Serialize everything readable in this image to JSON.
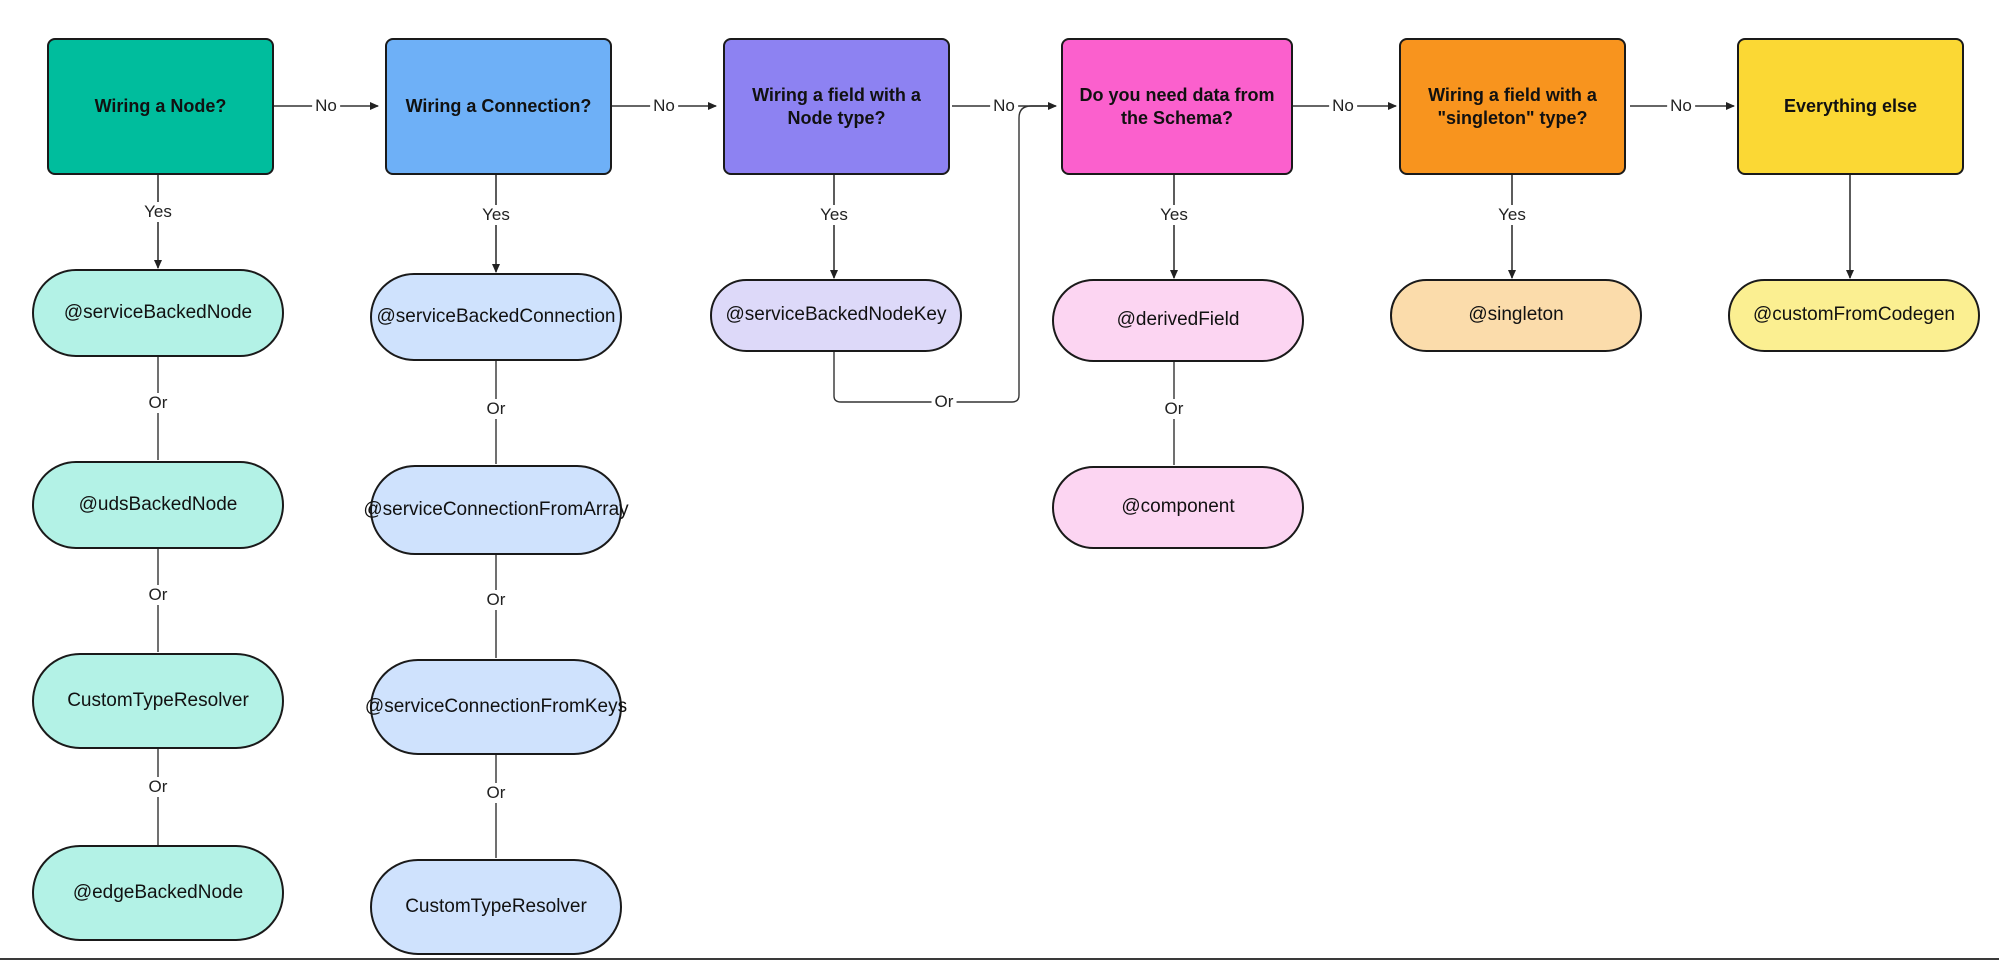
{
  "diagram": {
    "title": "Wiring decision flowchart",
    "type": "flowchart",
    "orientation": "left-to-right decision chain with vertical option stacks"
  },
  "colors": {
    "teal": "#00bd9d",
    "teal_light": "#b3f2e6",
    "blue": "#6eb0f7",
    "blue_light": "#cfe2fd",
    "purple": "#8d82f2",
    "purple_light": "#ddd9f9",
    "pink": "#fb60cd",
    "pink_light": "#fcd5f2",
    "orange": "#f8941e",
    "orange_light": "#fbdcab",
    "yellow": "#fbd834",
    "yellow_light": "#fbef91",
    "stroke": "#1a1a1a",
    "edge": "#333333",
    "text": "#111111"
  },
  "labels": {
    "yes": "Yes",
    "no": "No",
    "or": "Or"
  },
  "columns": [
    {
      "id": "col-node",
      "decision": "Wiring a Node?",
      "options": [
        "@serviceBackedNode",
        "@udsBackedNode",
        "CustomTypeResolver",
        "@edgeBackedNode"
      ]
    },
    {
      "id": "col-connection",
      "decision": "Wiring a Connection?",
      "options": [
        "@serviceBackedConnection",
        "@serviceConnectionFromArray",
        "@serviceConnectionFromKeys",
        "CustomTypeResolver"
      ]
    },
    {
      "id": "col-node-type",
      "decision": "Wiring a field with a Node type?",
      "options": [
        "@serviceBackedNodeKey"
      ]
    },
    {
      "id": "col-schema",
      "decision": "Do you need data from the Schema?",
      "options": [
        "@derivedField",
        "@component"
      ]
    },
    {
      "id": "col-singleton",
      "decision": "Wiring a field with a \"singleton\" type?",
      "options": [
        "@singleton"
      ]
    },
    {
      "id": "col-everything-else",
      "decision": "Everything else",
      "options": [
        "@customFromCodegen"
      ]
    }
  ],
  "nodes": {
    "d1": {
      "text": "Wiring a Node?",
      "line1": "Wiring a Node?",
      "line2": ""
    },
    "d2": {
      "text": "Wiring a Connection?",
      "line1": "Wiring a Connection?",
      "line2": ""
    },
    "d3": {
      "text": "Wiring a field with a Node type?",
      "line1": "Wiring a field with a",
      "line2": "Node type?"
    },
    "d4": {
      "text": "Do you need data from the Schema?",
      "line1": "Do you need data from",
      "line2": "the Schema?"
    },
    "d5": {
      "text": "Wiring a field with a \"singleton\" type?",
      "line1": "Wiring a field with a",
      "line2": "\"singleton\" type?"
    },
    "d6": {
      "text": "Everything else",
      "line1": "Everything else",
      "line2": ""
    },
    "l1a": {
      "text": "@serviceBackedNode"
    },
    "l1b": {
      "text": "@udsBackedNode"
    },
    "l1c": {
      "text": "CustomTypeResolver"
    },
    "l1d": {
      "text": "@edgeBackedNode"
    },
    "l2a": {
      "text": "@serviceBackedConnection"
    },
    "l2b": {
      "text": "@serviceConnectionFromArray"
    },
    "l2c": {
      "text": "@serviceConnectionFromKeys"
    },
    "l2d": {
      "text": "CustomTypeResolver"
    },
    "l3a": {
      "text": "@serviceBackedNodeKey"
    },
    "l4a": {
      "text": "@derivedField"
    },
    "l4b": {
      "text": "@component"
    },
    "l5a": {
      "text": "@singleton"
    },
    "l6a": {
      "text": "@customFromCodegen"
    }
  },
  "edge_labels": {
    "no1": "No",
    "no2": "No",
    "no3": "No",
    "no4": "No",
    "no5": "No",
    "yes1": "Yes",
    "yes2": "Yes",
    "yes3": "Yes",
    "yes4": "Yes",
    "yes5": "Yes",
    "or1a": "Or",
    "or1b": "Or",
    "or1c": "Or",
    "or2a": "Or",
    "or2b": "Or",
    "or2c": "Or",
    "or3": "Or",
    "or4": "Or"
  }
}
